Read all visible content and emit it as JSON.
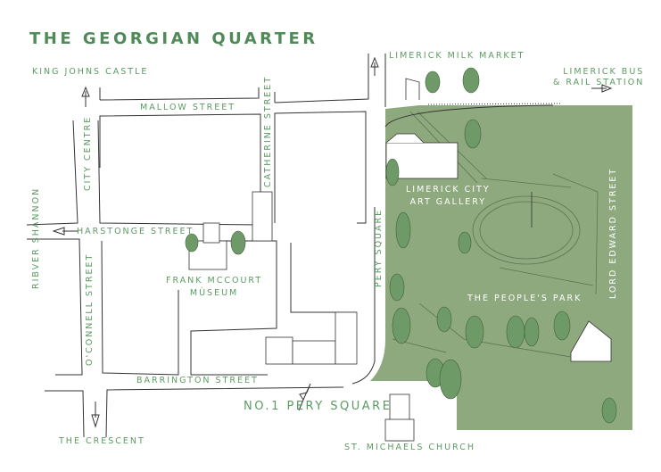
{
  "map": {
    "title": "THE GEORGIAN QUARTER",
    "colors": {
      "park": "#8ea97e",
      "label": "#5c9a63",
      "tree": "#6e9a68",
      "ink": "#333333"
    },
    "labels": {
      "king_johns_castle": "KING JOHNS CASTLE",
      "limerick_milk_market": "LIMERICK MILK MARKET",
      "limerick_bus_line1": "LIMERICK BUS",
      "limerick_bus_line2": "& RAIL STATION",
      "mallow_street": "MALLOW STREET",
      "catherine_street": "CATHERINE STREET",
      "city_centre": "CITY CENTRE",
      "harstonge_street": "HARSTONGE STREET",
      "river_shannon": "RIBVER SHANNON",
      "oconnell_street": "O'CONNELL STREET",
      "frank_mccourt_line1": "FRANK MCCOURT",
      "frank_mccourt_line2": "MÙSEUM",
      "pery_square": "PERY SQUARE",
      "art_gallery_line1": "LIMERICK CITY",
      "art_gallery_line2": "ART GALLERY",
      "peoples_park": "THE PEOPLE'S PARK",
      "lord_edward_street": "LORD EDWARD STREET",
      "barrington_street": "BARRINGTON STREET",
      "no1_pery_square": "NO.1 PERY SQUARE",
      "the_crescent": "THE CRESCENT",
      "st_michaels_church": "ST. MICHAELS CHURCH"
    }
  }
}
